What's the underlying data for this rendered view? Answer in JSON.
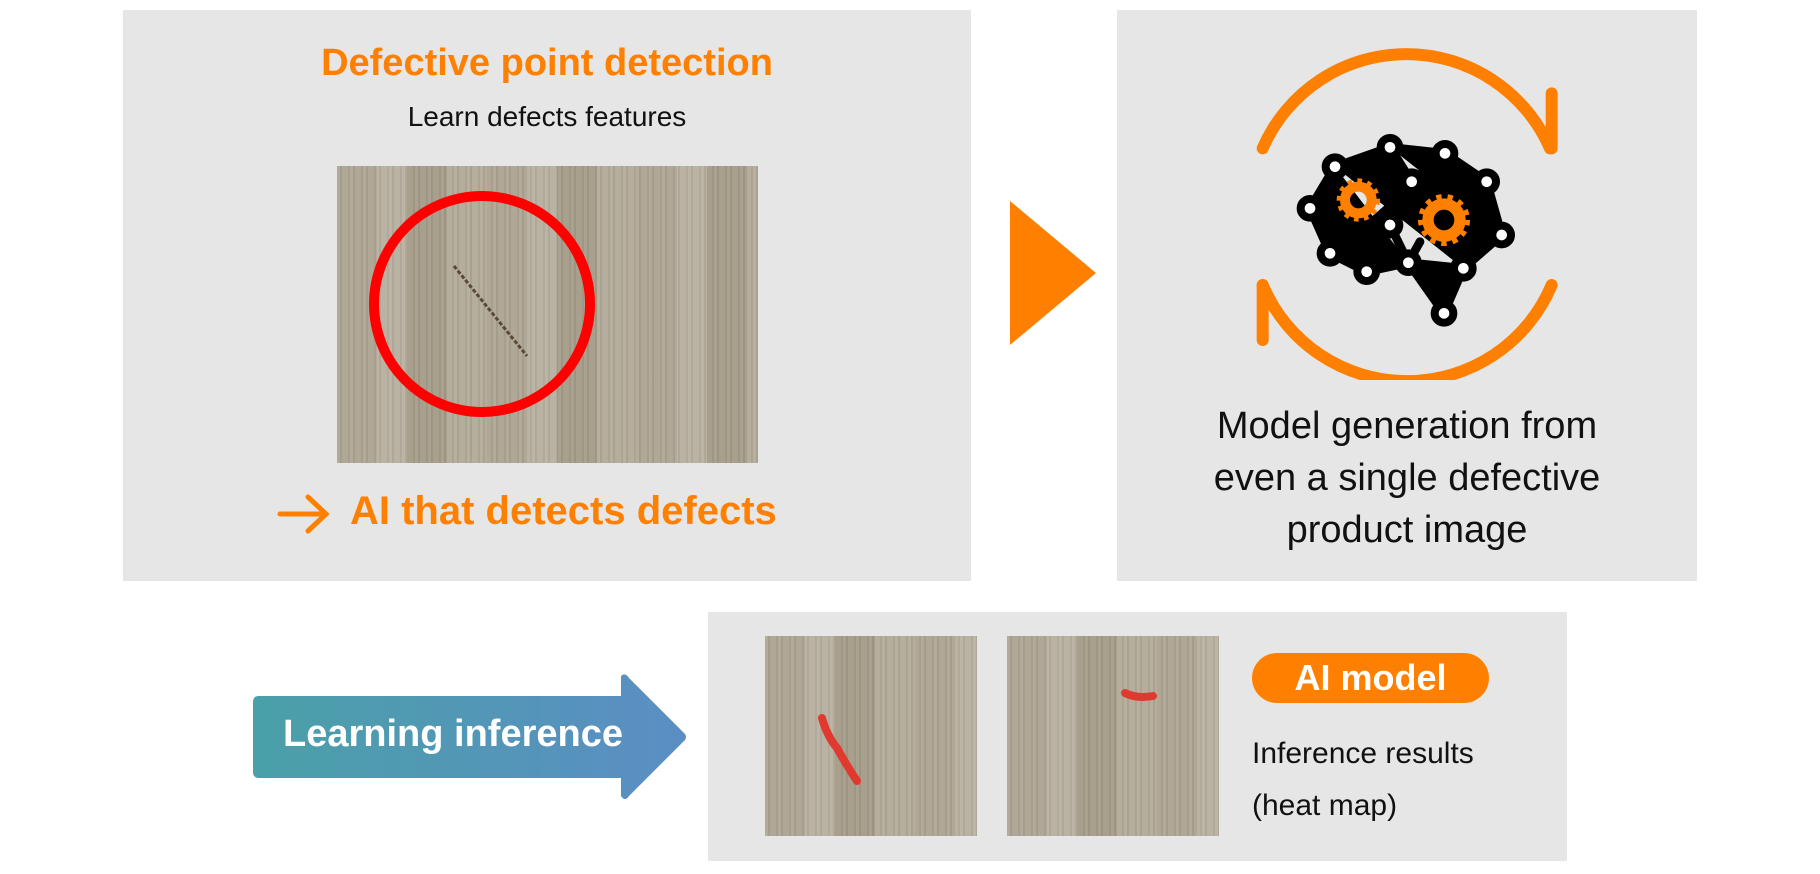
{
  "left_panel": {
    "title": "Defective point detection",
    "subtitle": "Learn defects features",
    "result": "AI that detects defects"
  },
  "right_panel": {
    "lines": [
      "Model generation from",
      "even a single defective",
      "product image"
    ]
  },
  "bottom": {
    "arrow_label": "Learning inference",
    "badge": "AI model",
    "results_lines": [
      "Inference results",
      "(heat map)"
    ]
  },
  "colors": {
    "accent": "#ff8000",
    "panel": "#e6e6e6",
    "circle": "#ff0000",
    "arrow_start": "#4aa0a8",
    "arrow_end": "#5b8ec4"
  }
}
